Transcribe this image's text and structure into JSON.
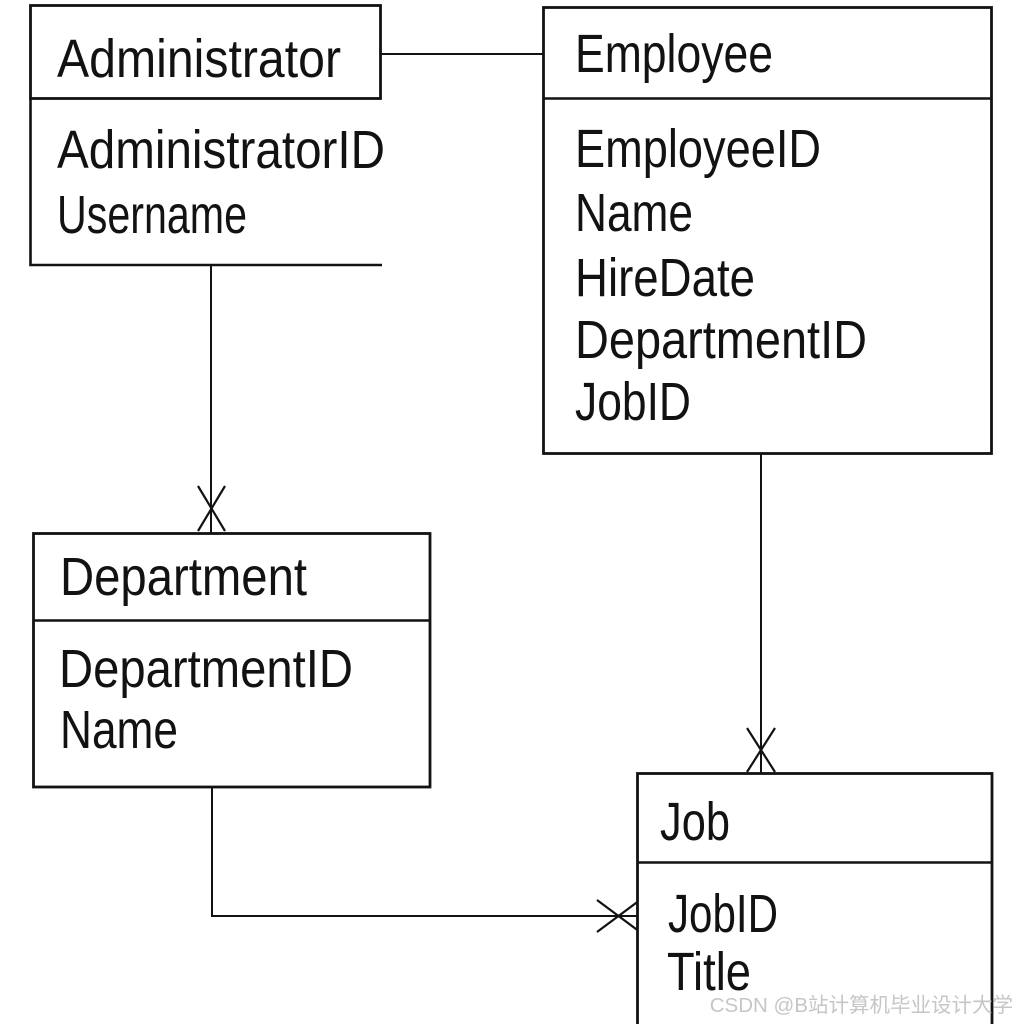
{
  "colors": {
    "line": "#121212",
    "background": "#ffffff",
    "watermark": "#c6c6c6"
  },
  "entities": [
    {
      "name": "Administrator",
      "attributes": [
        "AdministratorID",
        "Username"
      ]
    },
    {
      "name": "Employee",
      "attributes": [
        "EmployeeID",
        "Name",
        "HireDate",
        "DepartmentID",
        "JobID"
      ]
    },
    {
      "name": "Department",
      "attributes": [
        "DepartmentID",
        "Name"
      ]
    },
    {
      "name": "Job",
      "attributes": [
        "JobID",
        "Title"
      ]
    }
  ],
  "relationships": [
    {
      "from": "Administrator",
      "to": "Employee",
      "end_marker": "none"
    },
    {
      "from": "Administrator",
      "to": "Department",
      "end_marker": "x"
    },
    {
      "from": "Employee",
      "to": "Job",
      "end_marker": "x"
    },
    {
      "from": "Department",
      "to": "Job",
      "end_marker": "x"
    }
  ],
  "watermark": {
    "text": "CSDN @B站计算机毕业设计大学"
  }
}
